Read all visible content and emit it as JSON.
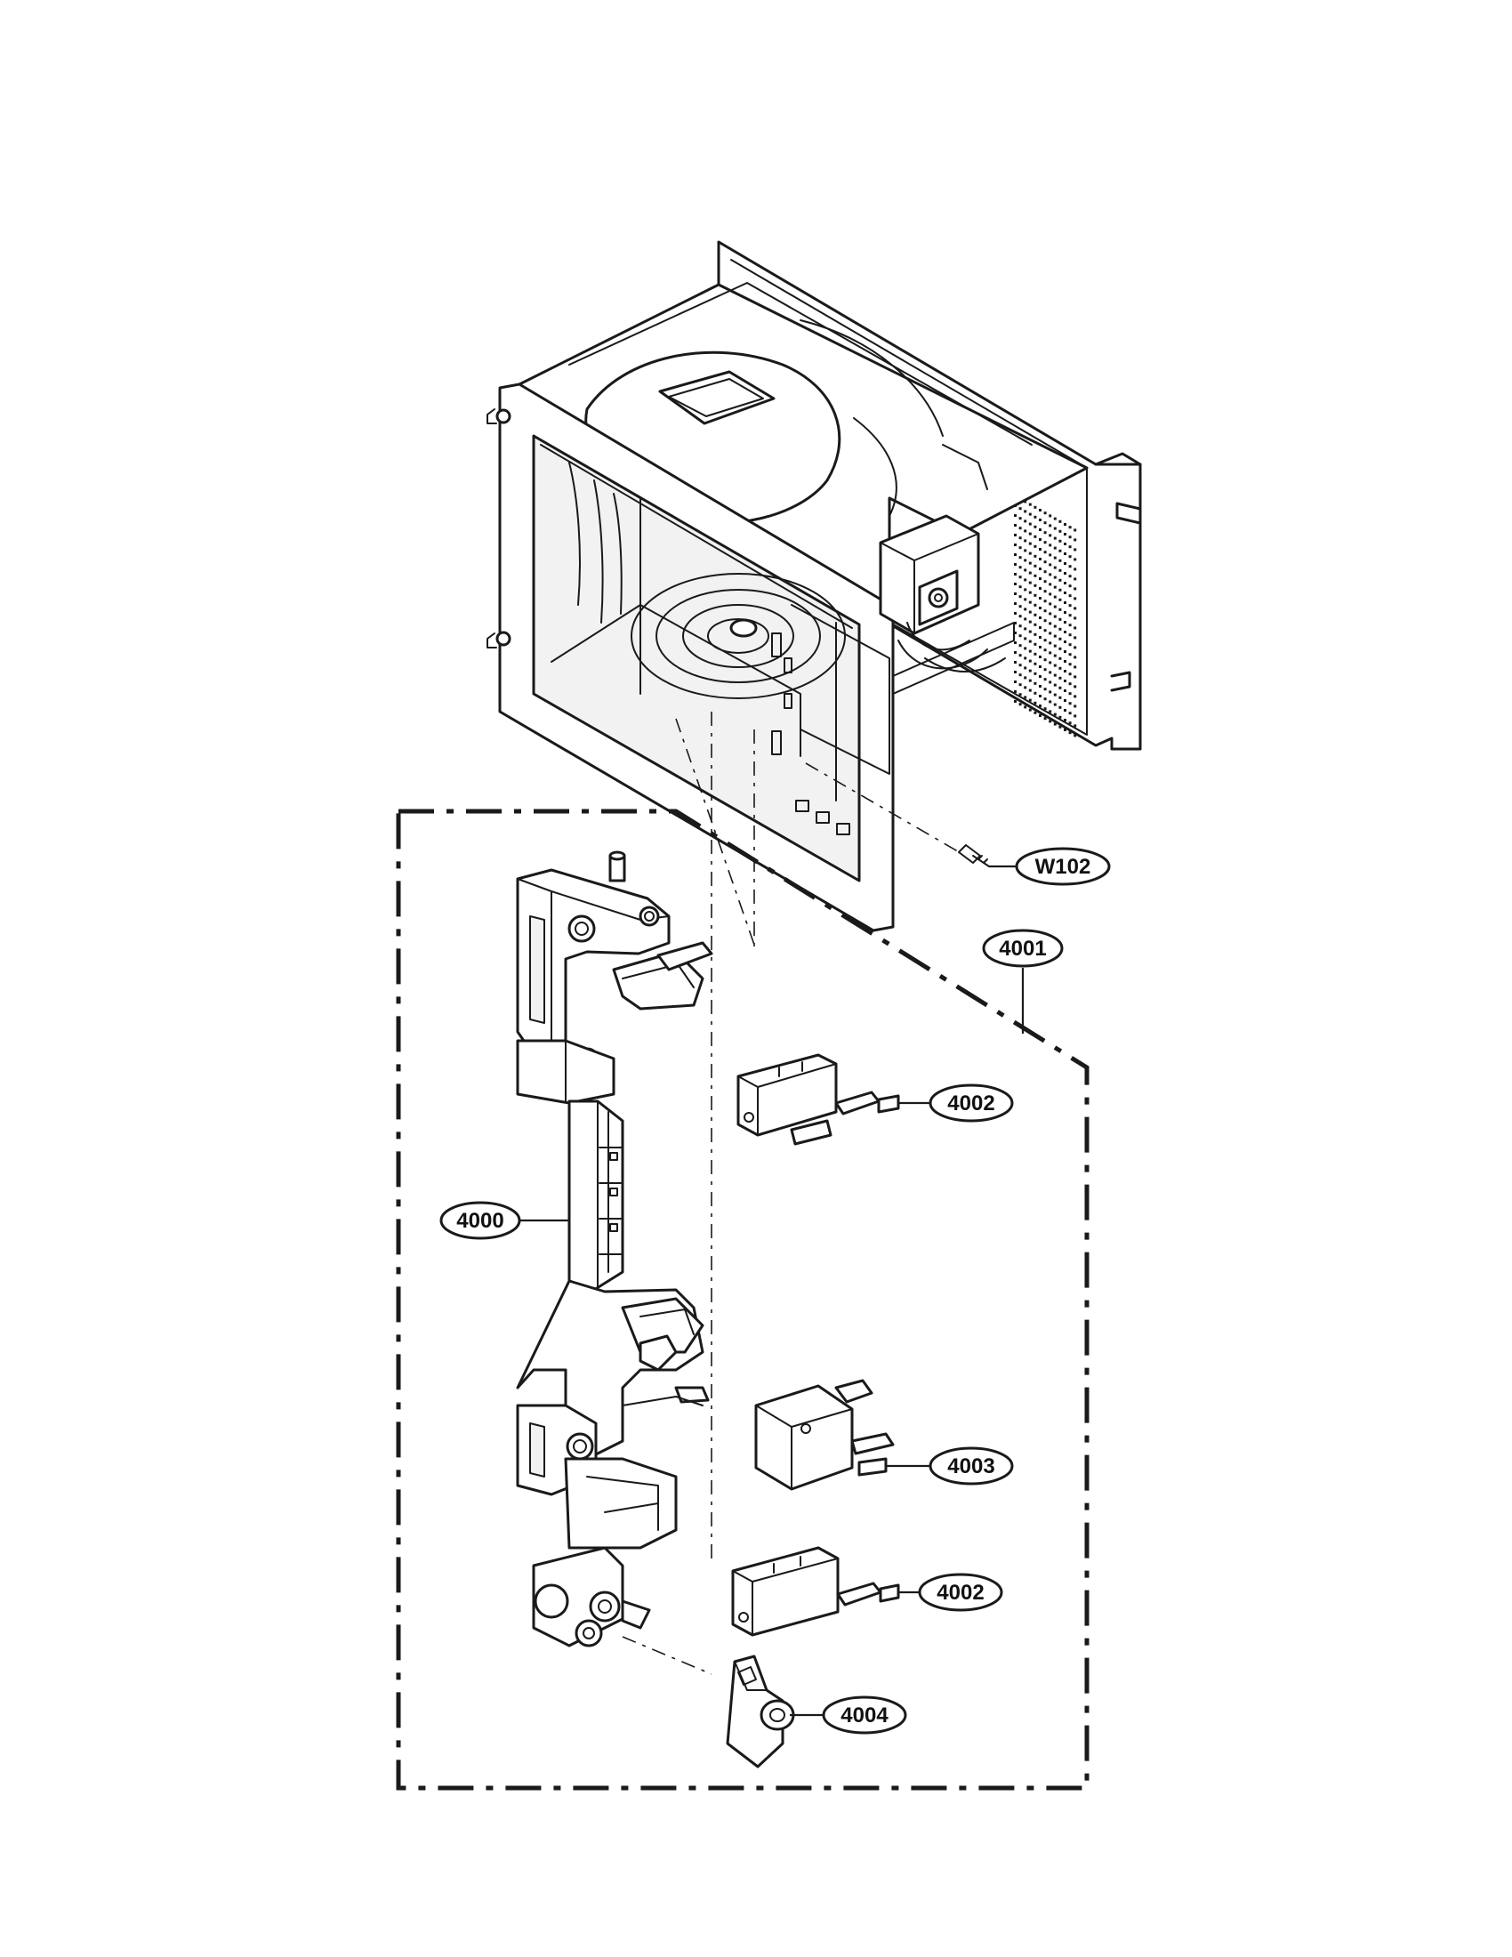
{
  "callouts": {
    "w102": "W102",
    "c4001": "4001",
    "c4002_top": "4002",
    "c4000": "4000",
    "c4003": "4003",
    "c4002_bottom": "4002",
    "c4004": "4004"
  },
  "colors": {
    "ink": "#1a1a1a",
    "background": "#ffffff"
  }
}
